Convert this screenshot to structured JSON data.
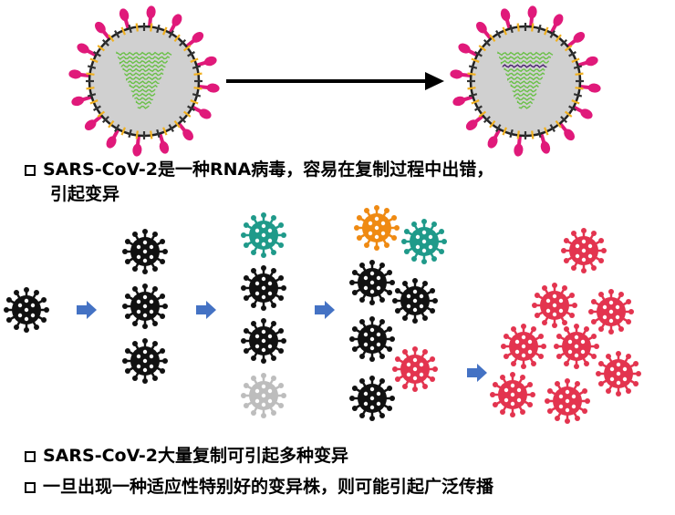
{
  "captions": {
    "line1": "SARS-CoV-2是一种RNA病毒，容易在复制过程中出错，",
    "line1b": "引起变异",
    "line2": "SARS-CoV-2大量复制可引起多种变异",
    "line3": "一旦出现一种适应性特别好的变异株，则可能引起广泛传播"
  },
  "colors": {
    "spike": "#e0197a",
    "rna": "#6ac048",
    "rna_mutated": "#4a2070",
    "membrane_stripe": "#f0b020",
    "body": "#d0d0d0",
    "virus_black": "#111111",
    "virus_teal": "#1f9a8a",
    "virus_orange": "#ef8a12",
    "virus_gray": "#bdbdbd",
    "virus_red": "#e3344f",
    "arrow_blue": "#4472c4"
  },
  "icons": {
    "large_virus": "coronavirus-cross-section-icon",
    "small_virus": "coronavirus-icon",
    "step_arrow": "right-arrow-icon",
    "bullet": "checkbox-square-icon"
  }
}
